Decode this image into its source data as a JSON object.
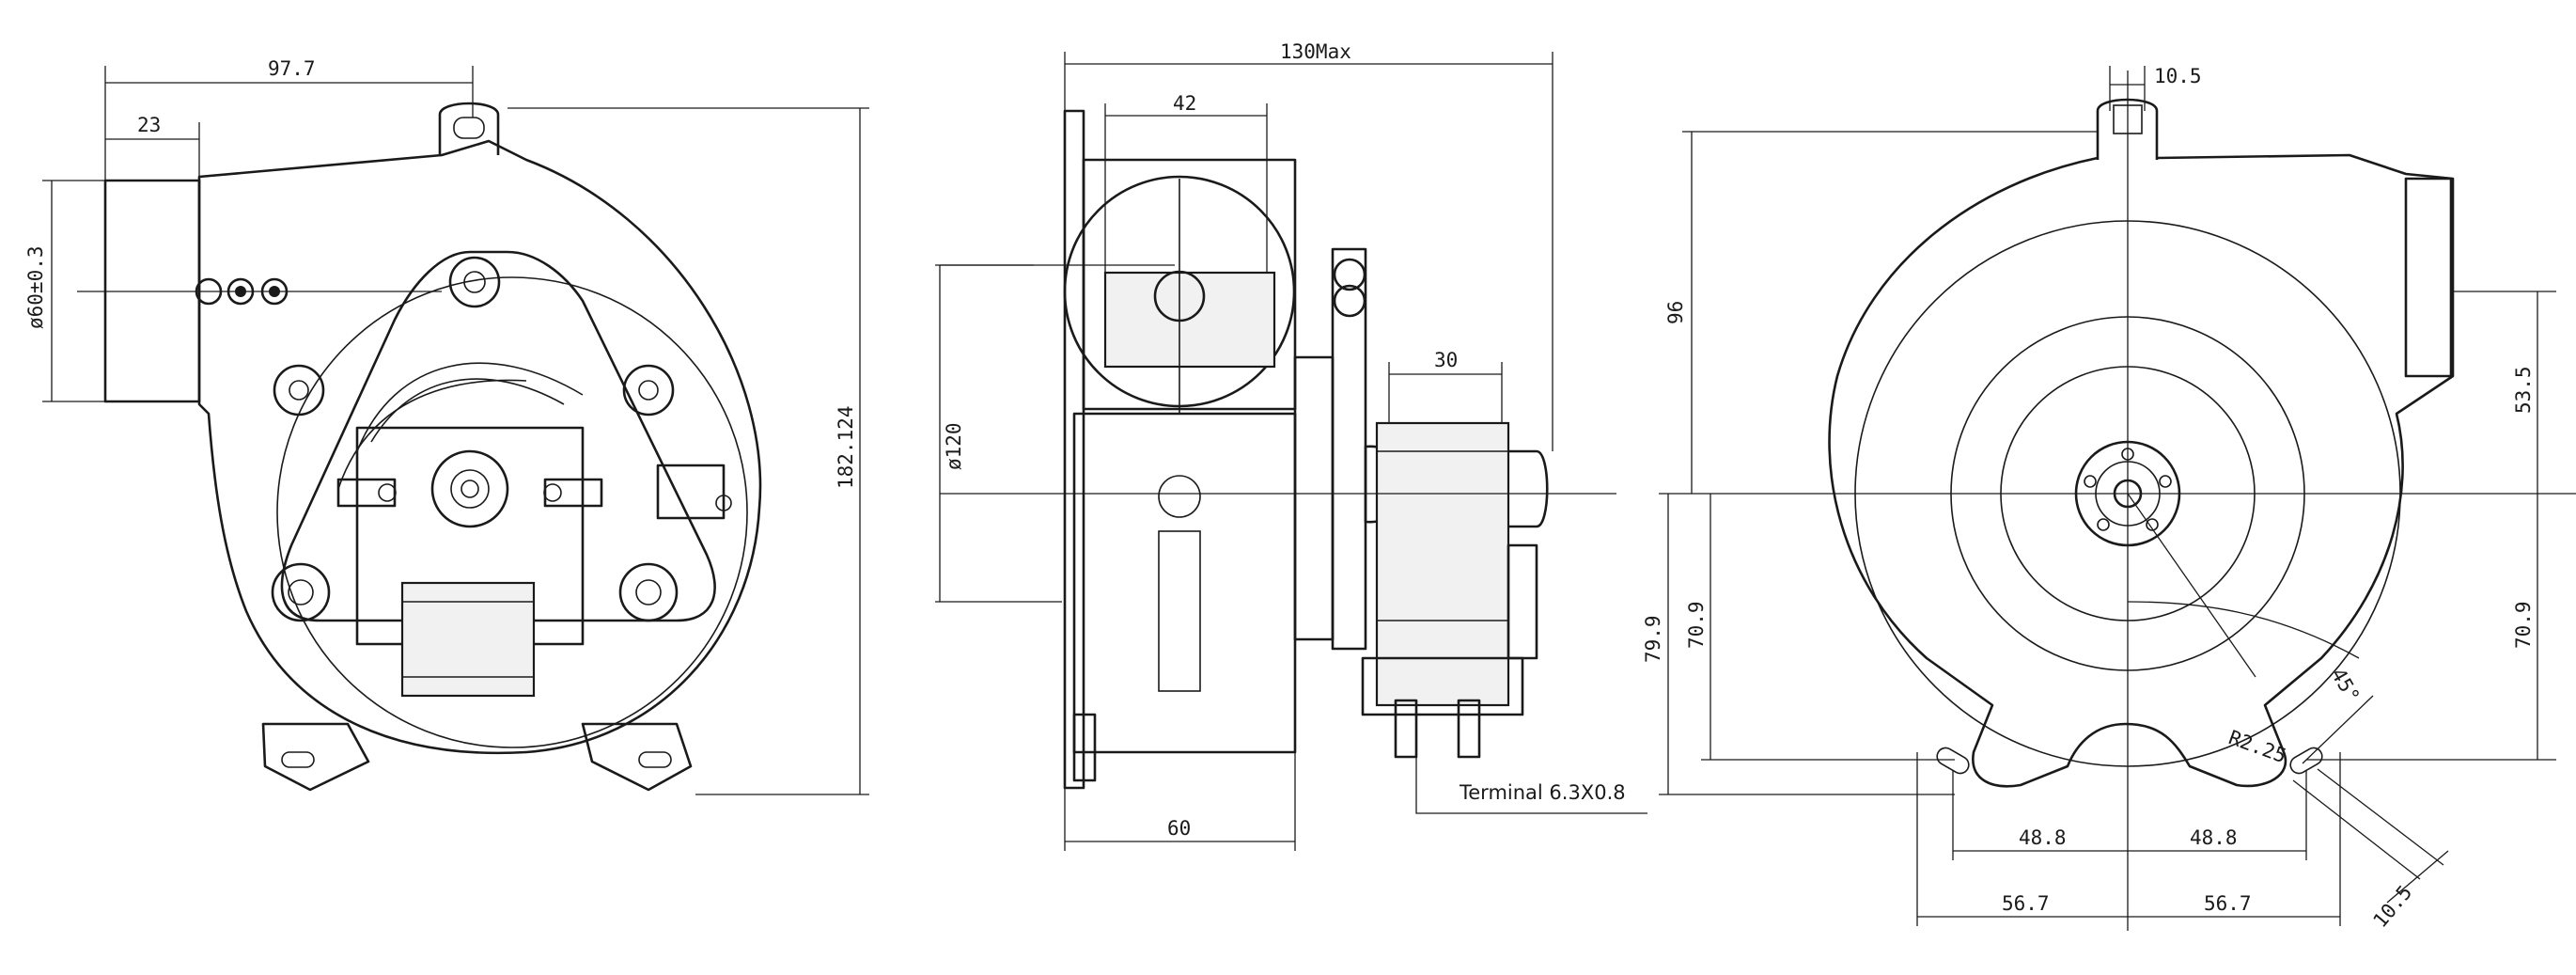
{
  "views": {
    "front": {
      "dims": {
        "width_97_7": "97.7",
        "inlet_23": "23",
        "inlet_dia": "ø60±0.3",
        "height_182": "182.124"
      }
    },
    "side": {
      "dims": {
        "max_130": "130Max",
        "w_42": "42",
        "dia_120": "ø120",
        "w_30": "30",
        "w_60": "60",
        "terminal": "Terminal 6.3X0.8"
      }
    },
    "back": {
      "dims": {
        "tab_10_5": "10.5",
        "h_96": "96",
        "outlet_53_5": "53.5",
        "left_79_9": "79.9",
        "left_70_9": "70.9",
        "right_70_9": "70.9",
        "angle_45": "45°",
        "radius_r2_25": "R2.25",
        "base_48_8_l": "48.8",
        "base_48_8_r": "48.8",
        "base_56_7_l": "56.7",
        "base_56_7_r": "56.7",
        "slot_10_5": "10.5"
      }
    }
  }
}
